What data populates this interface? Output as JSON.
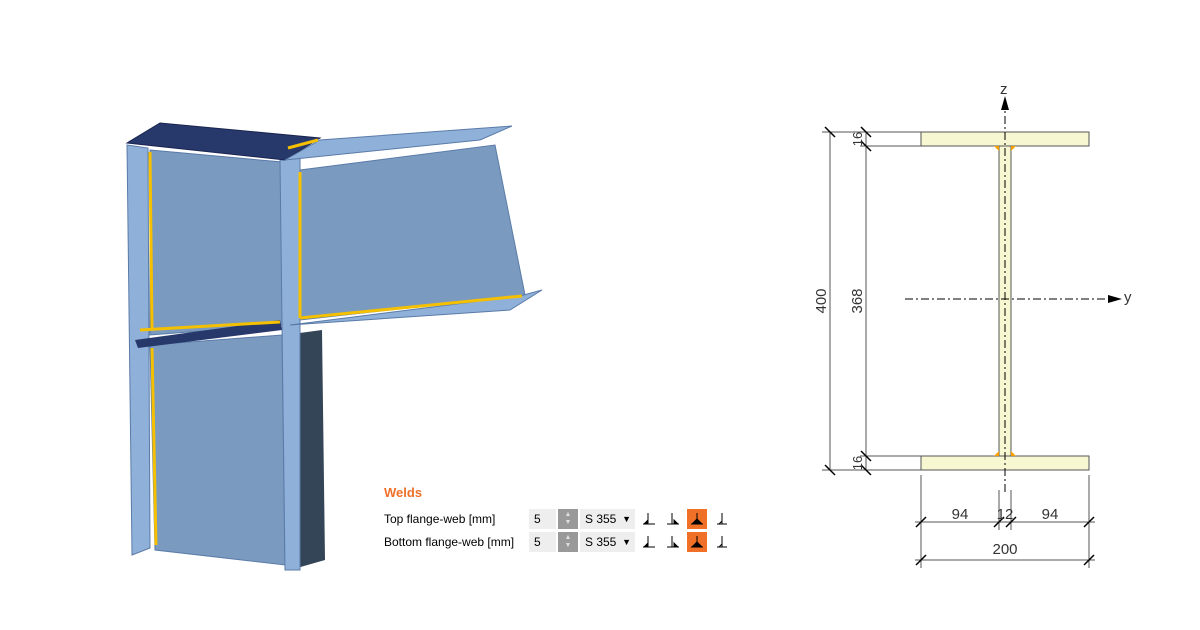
{
  "welds": {
    "title": "Welds",
    "rows": [
      {
        "label": "Top flange-web [mm]",
        "value": "5",
        "material": "S 355",
        "selected_type": 3
      },
      {
        "label": "Bottom flange-web [mm]",
        "value": "5",
        "material": "S 355",
        "selected_type": 3
      }
    ],
    "accent": "#f07028"
  },
  "section": {
    "axis_z": "z",
    "axis_y": "y",
    "height": "400",
    "web_height": "368",
    "flange_top": "16",
    "flange_bottom": "16",
    "half_left": "94",
    "web_thickness": "12",
    "half_right": "94",
    "width": "200"
  }
}
